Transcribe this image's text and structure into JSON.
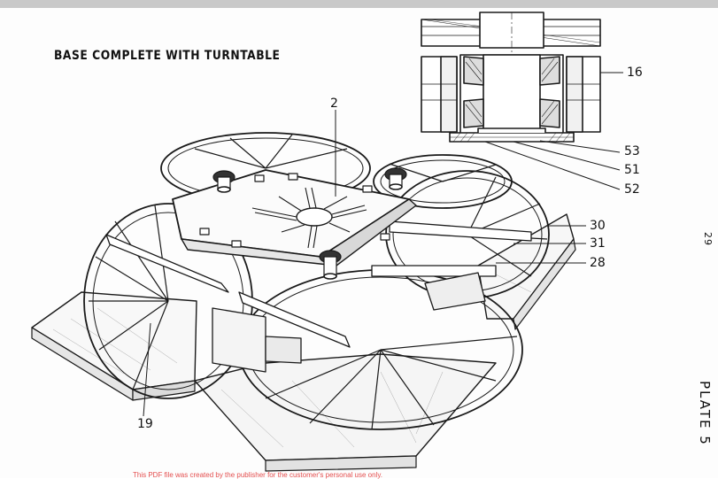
{
  "title": "BASE COMPLETE WITH TURNTABLE",
  "callouts": {
    "c2": "2",
    "c16": "16",
    "c53": "53",
    "c51": "51",
    "c52": "52",
    "c30": "30",
    "c31": "31",
    "c28": "28",
    "c19": "19"
  },
  "page_number": "29",
  "plate_label": "PLATE 5",
  "footer_note": "This PDF file was created by the publisher for the customer's personal use only."
}
